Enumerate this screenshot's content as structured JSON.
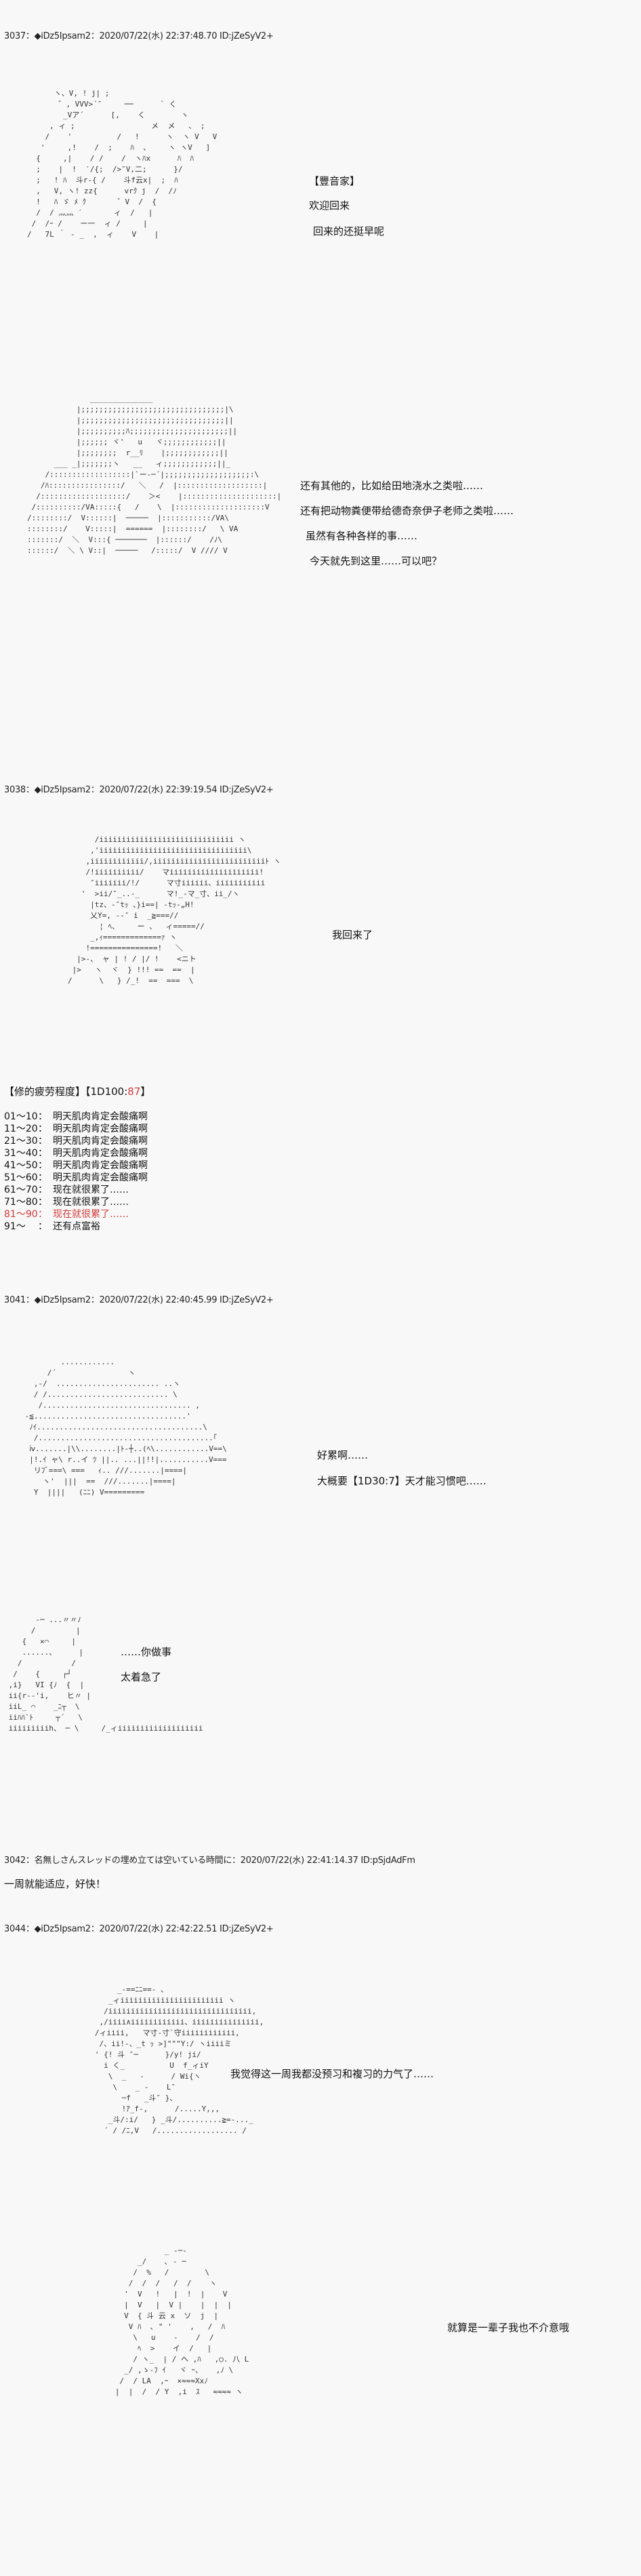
{
  "posts": [
    {
      "header": "3037：◆iDz5Ipsam2：2020/07/22(水) 22:37:48.70 ID:jZeSyV2+",
      "dialogue_a": [
        "【豐音家】",
        "欢迎回来",
        "回来的还挺早呢"
      ],
      "dialogue_b": [
        "还有其他的，比如给田地浇水之类啦……",
        "还有把动物粪便带给德奇奈伊子老师之类啦……",
        "虽然有各种各样的事……",
        "今天就先到这里……可以吧？"
      ]
    },
    {
      "header": "3038：◆iDz5Ipsam2：2020/07/22(水) 22:39:19.54 ID:jZeSyV2+",
      "dialogue": [
        "我回来了"
      ],
      "roll_title": "【修的疲劳程度】【1D100:",
      "roll_value": "87",
      "roll_close": "】",
      "roll_table": [
        {
          "range": "01～10",
          "sep": "：",
          "text": "明天肌肉肯定会酸痛啊"
        },
        {
          "range": "11～20",
          "sep": "：",
          "text": "明天肌肉肯定会酸痛啊"
        },
        {
          "range": "21～30",
          "sep": "：",
          "text": "明天肌肉肯定会酸痛啊"
        },
        {
          "range": "31～40",
          "sep": "：",
          "text": "明天肌肉肯定会酸痛啊"
        },
        {
          "range": "41～50",
          "sep": "：",
          "text": "明天肌肉肯定会酸痛啊"
        },
        {
          "range": "51～60",
          "sep": "：",
          "text": "明天肌肉肯定会酸痛啊"
        },
        {
          "range": "61～70",
          "sep": "：",
          "text": "现在就很累了……"
        },
        {
          "range": "71～80",
          "sep": "：",
          "text": "现在就很累了……"
        },
        {
          "range": "81～90",
          "sep": "：",
          "text": "现在就很累了……",
          "highlight": true
        },
        {
          "range": "91～",
          "sep": "：",
          "text": "还有点富裕"
        }
      ]
    },
    {
      "header": "3041：◆iDz5Ipsam2：2020/07/22(水) 22:40:45.99 ID:jZeSyV2+",
      "dialogue_a": [
        "好累啊……",
        "大概要【1D30:7】天才能习惯吧……"
      ],
      "dialogue_b": [
        "……你做事",
        "太着急了"
      ]
    },
    {
      "header": "3042：名無しさんスレッドの埋め立ては空いている時間に：2020/07/22(水) 22:41:14.37 ID:pSjdAdFm",
      "body": "一周就能适应，好快！"
    },
    {
      "header": "3044：◆iDz5Ipsam2：2020/07/22(水) 22:42:22.51 ID:jZeSyV2+",
      "dialogue_a": [
        "我觉得这一周我都没预习和複习的力气了……"
      ],
      "dialogue_b": [
        "就算是一辈子我也不介意哦"
      ]
    }
  ],
  "art": {
    "a1": "      ヽ、V, ! j| ;\n       ゛, VVV>´″     ──      ` く\n        _Vア´      [,    く        ヽ\n     , ィ ;                 メ  メ   、 ;\n    /    '          /   !      ヽ  ヽ V   V\n   '     ,!    /  ;    ﾊ  、    ヽ ヽV   ]\n  {     ,|    / /    /  ヽﾊx      ﾊ  ﾊ\n  ;    |  !  ′/{;  />″V,二;      }/\n  ;   ! ﾊ  斗r-{ /    斗f云x|  ;  ﾊ\n  ,   V, ヽ! zz{      vrｸ j  /  /ﾉ\n  !   ﾊ ゞ ﾒ ｸ       ゛V  /  {\n  /  / 灬灬 ′       ィ  /   |\n /  /ｰ /    ー一  ィ /     |\n/   7L ｀ - _  ,  ィ    V    |",
    "a2": "              ______________\n           |;;;;;;;;;;;;;;;;;;;;;;;;;;;;;;;;|\\\n           |;;;;;;;;;;;;;;;;;;;;;;;;;;;;;;;;||\n           |;;;;;;;;;;ﾊ;;;;;;;;;;;;;;;;;;;;;;||\n           |;;;;;; ヾ'   u   ヾ;;;;;;;;;;;;||\n           |;;;;;;;;  r__ﾘ    |;;;;;;;;;;;;||\n      ___ _|;;;;;;;ヽ   __   ィ;;;;;;;;;;;;||_\n    /::::::::::::::::::|`ー-─´|;;;;;;;;;;;;;;;;;;;:\\\n   /ﾊ::::::::::::::::/   ＼   /  |:::::::::::::::::::|\n  /:::::::::::::::::::/    ＞<    |:::::::::::::::::::::|\n /::::::::::/VA:::::{   /    \\  |::::::::::::::::::::V\n/::::::::/  V::::::|  ─────  |:::::::::::/VA\\\n::::::::/    V:::::|  ======  |::::::::/   \\ VA\n:::::::/  ＼  V:::{ ───────  |::::::/    /ﾉ\\\n::::::/  ＼ \\ V::|  ─────   /:::::/  V //// V",
    "b1": "      /iiiiiiiiiiiiiiiiiiiiiiiiiiiiii ヽ\n     ,'iiiiiiiiiiiiiiiiiiiiiiiiiiiiiiiii\\\n    ,iiiiiiiiiiii/,iiiiiiiiiiiiiiiiiiiiiiiiiﾄ ヽ\n    /!iiiiiiiiii/    マiiiiiiiiiiiiiiiiiiii!\n     ″iiiiiii/!/      マ寸iiiiii、iiiiiiiiiii\n   '  >ii/″_..-_      マ!_-マ_寸、ii_/ヽ\n     |tz、-″tｯ 、}i==| -tｯ-„H!\n     乂Y=, --″ i  _≧===//\n       ¦ ﾍ、    ー 、  ィ=====//\n     _,ｨ=============ｧ ヽ\n    !===============!   ＼\n  |>‐、 ャ | ! / |/ !    <ニト\n |>   ヽ  ヾ  } !!! ==  ==  |\n/      \\   } /_!  ==  ===  \\",
    "c1": "         ............\n      /´                ヽ\n   ,-/  ....................... ..ヽ\n   / /........................... \\\n    /................................. ,\n -≦..................................'\n  ﾉｲ.....................................\\\n   /.......................................｢\n  ⅳ.......|\\\\........|ﾄ-┼..(ﾍ\\............V==\\\n  |!.ｲ ャ\\ r..イ ﾂ ||.. ...||!!|...........V===\n   リﾌﾞ===\\ ===   ｨ.. ///.......|====|\n     ヽ'  |||  ==  ///.......|====|\n   Y  ||||   (ﾆﾆ) V=========",
    "c2": "       ‐─ ...〃〃ﾉ\n      /         |\n    {   ×⌒     |\n    ......、     |\n   /           /\n  /    {     ┌┘\n ,i}   VI {ﾉ  {  |\n ii{r--'i,    ヒ〃 |\n iiL_ ⌒    _ﾆ┬  \\\n iiﾊﾊ`ﾄ     ┬´   \\\n iiiiiiiiih、 ─ \\     /_ィiiiiiiiiiiiiiiiiiii",
    "d1": "        _-==ﾆﾆ==- 、\n      _ィiiiiiiiiiiiiiiiiiiiiiii ヽ\n     /iiiiiiiiiiiiiiiiiiiiiiiiiiiiiiii,\n    ,/iiii∧iiiiiiiiiiii、iiiiiiiiiiiiiii,\n   /ィiiii,   マ寸-寸`守iiiiiiiiiiii,\n    /、ii!-、_t ｯ >]\"\"\"Y:/ ヽiiiiミ\n   ' {! 斗 ″─      }/y! ji/\n     i く_          U  f_ィiY\n      \\  _   -      / Wi{ヽ\n       \\    _ -    L″\n         ─f   _斗″ }、\n         !ｱ_f-,      /.....Y,,,\n      _斗/:i/   } _斗/..........≧=-..._\n     ´ / /ﾆ,V   /.................. /",
    "d2": "              _ -─-\n        _/    ､ - ─\n       /  %   /        \\\n      /  /  /   /  /    ヽ\n     '  V   !   |  !  |    V\n     |  V   |  V |    |  |  |\n     V  { 斗 云 x  ソ  j  |\n      V ﾊ  ､ \" '    ,   /  ﾊ\n       \\   u    -    /  /\n        ﾍ  >    イ  /   |\n       / ヽ_  | / ヘ ,ﾊ   ,○. 八 L\n     _/ ,ゝ-ﾌ ｲ   ヾ ｰ、   ,ﾉ \\\n    /  / LA  ,ｰ  ×≈≈≈Xxﾉ\n   |  |  /  / Y  ,i  ｽ   ≈≈≈≈ ヽ"
  }
}
